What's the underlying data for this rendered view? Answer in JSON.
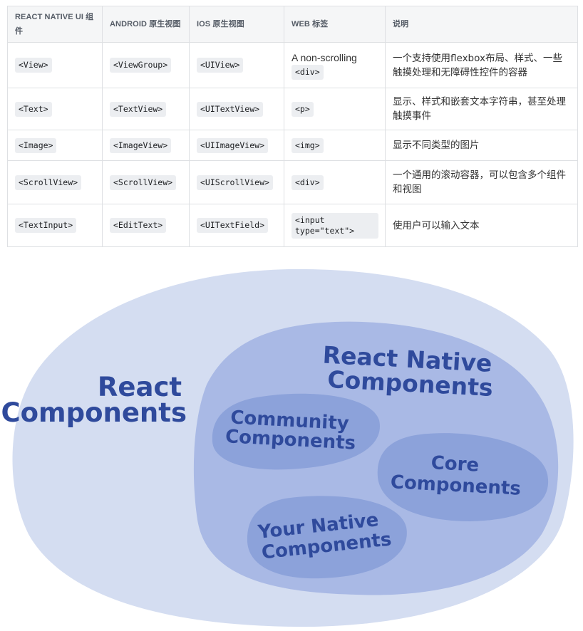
{
  "table": {
    "headers": [
      "REACT NATIVE UI 组件",
      "ANDROID 原生视图",
      "IOS 原生视图",
      "WEB 标签",
      "说明"
    ],
    "rows": [
      {
        "rn": "<View>",
        "android": "<ViewGroup>",
        "ios": "<UIView>",
        "web_text": "A non-scrolling",
        "web": "<div>",
        "desc": "一个支持使用flexbox布局、样式、一些触摸处理和无障碍性控件的容器"
      },
      {
        "rn": "<Text>",
        "android": "<TextView>",
        "ios": "<UITextView>",
        "web": "<p>",
        "desc": "显示、样式和嵌套文本字符串，甚至处理触摸事件"
      },
      {
        "rn": "<Image>",
        "android": "<ImageView>",
        "ios": "<UIImageView>",
        "web": "<img>",
        "desc": "显示不同类型的图片"
      },
      {
        "rn": "<ScrollView>",
        "android": "<ScrollView>",
        "ios": "<UIScrollView>",
        "web": "<div>",
        "desc": "一个通用的滚动容器，可以包含多个组件和视图"
      },
      {
        "rn": "<TextInput>",
        "android": "<EditText>",
        "ios": "<UITextField>",
        "web": "<input\ntype=\"text\">",
        "desc": "使用户可以输入文本"
      }
    ]
  },
  "diagram": {
    "colors": {
      "outer": "#d4ddf1",
      "middle": "#a9b9e5",
      "inner": "#8ca2da",
      "text": "#2f4a9c"
    },
    "react_components": [
      "React",
      "Components"
    ],
    "react_native_components": [
      "React Native",
      "Components"
    ],
    "community_components": [
      "Community",
      "Components"
    ],
    "core_components": [
      "Core",
      "Components"
    ],
    "your_native_components": [
      "Your Native",
      "Components"
    ]
  }
}
